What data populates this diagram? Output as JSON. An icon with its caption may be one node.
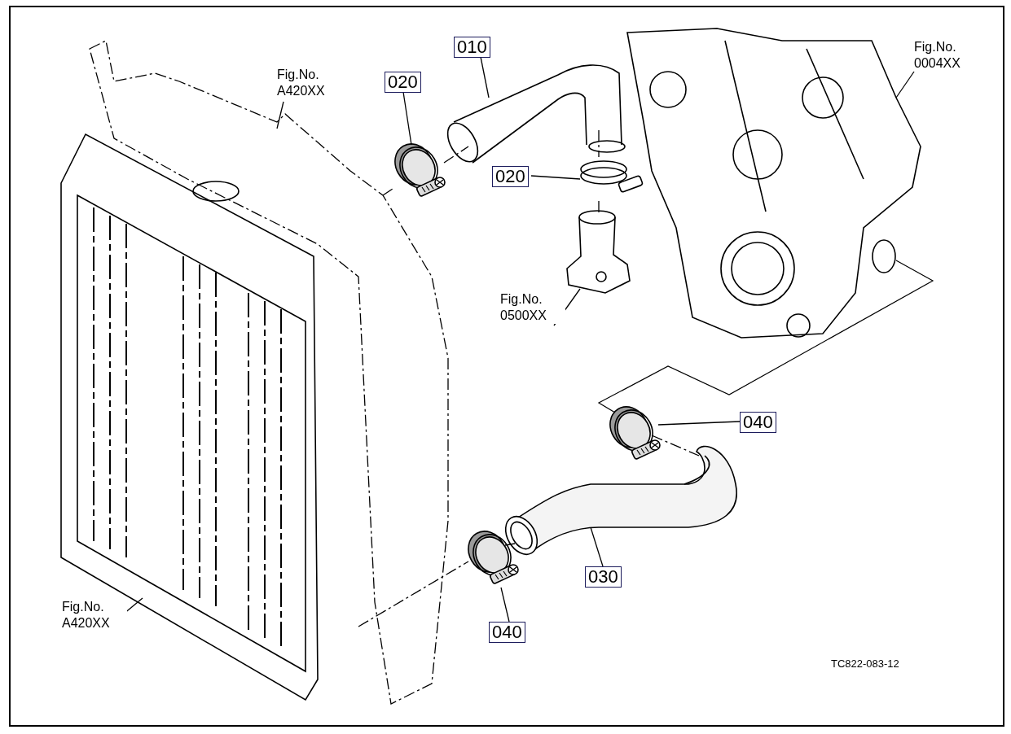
{
  "diagram": {
    "nodes": [
      {
        "text": [
          "Fig.No. A420XX"
        ]
      },
      {
        "text": [
          "020"
        ]
      },
      {
        "text": [
          "010"
        ]
      },
      {
        "text": [
          "Fig.No. 0004XX"
        ]
      },
      {
        "text": [
          "020"
        ]
      },
      {
        "text": [
          "Fig.No. 0500XX"
        ]
      },
      {
        "text": [
          "040"
        ]
      },
      {
        "text": [
          "030"
        ]
      },
      {
        "text": [
          "040"
        ]
      },
      {
        "text": [
          "Fig.No. A420XX"
        ]
      },
      {
        "text": [],
        "shape": "picture"
      },
      {
        "text": [],
        "shape": "picture"
      },
      {
        "text": [],
        "shape": "picture"
      },
      {
        "text": [],
        "shape": "picture"
      },
      {
        "text": [],
        "shape": "picture"
      },
      {
        "text": [],
        "shape": "picture"
      },
      {
        "text": [],
        "shape": "picture"
      },
      {
        "text": [],
        "shape": "picture"
      },
      {
        "text": [],
        "shape": "picture"
      },
      {
        "text": [],
        "shape": "picture"
      }
    ],
    "edges": [
      {
        "from": 0,
        "to": 10,
        "arrow": "none"
      },
      {
        "from": 1,
        "to": 11,
        "arrow": "none"
      },
      {
        "from": 2,
        "to": 12,
        "arrow": "none"
      },
      {
        "from": 3,
        "to": 13,
        "arrow": "none"
      },
      {
        "from": 4,
        "to": 14,
        "arrow": "none"
      },
      {
        "from": 5,
        "to": 15,
        "arrow": "none"
      },
      {
        "from": 6,
        "to": 16,
        "arrow": "none"
      },
      {
        "from": 7,
        "to": 17,
        "arrow": "none"
      },
      {
        "from": 8,
        "to": 18,
        "arrow": "none"
      },
      {
        "from": 9,
        "to": 19,
        "arrow": "none"
      },
      {
        "from": 10,
        "to": 11,
        "arrow": "none",
        "style": "dashed"
      },
      {
        "from": 11,
        "to": 12,
        "arrow": "none",
        "style": "dashed"
      },
      {
        "from": 12,
        "to": 14,
        "arrow": "none",
        "style": "dashed"
      },
      {
        "from": 14,
        "to": 15,
        "arrow": "none",
        "style": "dashed"
      },
      {
        "from": 16,
        "to": 17,
        "arrow": "none",
        "style": "dashed"
      },
      {
        "from": 10,
        "to": 18,
        "arrow": "none",
        "style": "dashed"
      },
      {
        "from": 18,
        "to": 17,
        "arrow": "none",
        "style": "dashed"
      }
    ],
    "labels": [
      "TC822-083-12"
    ]
  }
}
